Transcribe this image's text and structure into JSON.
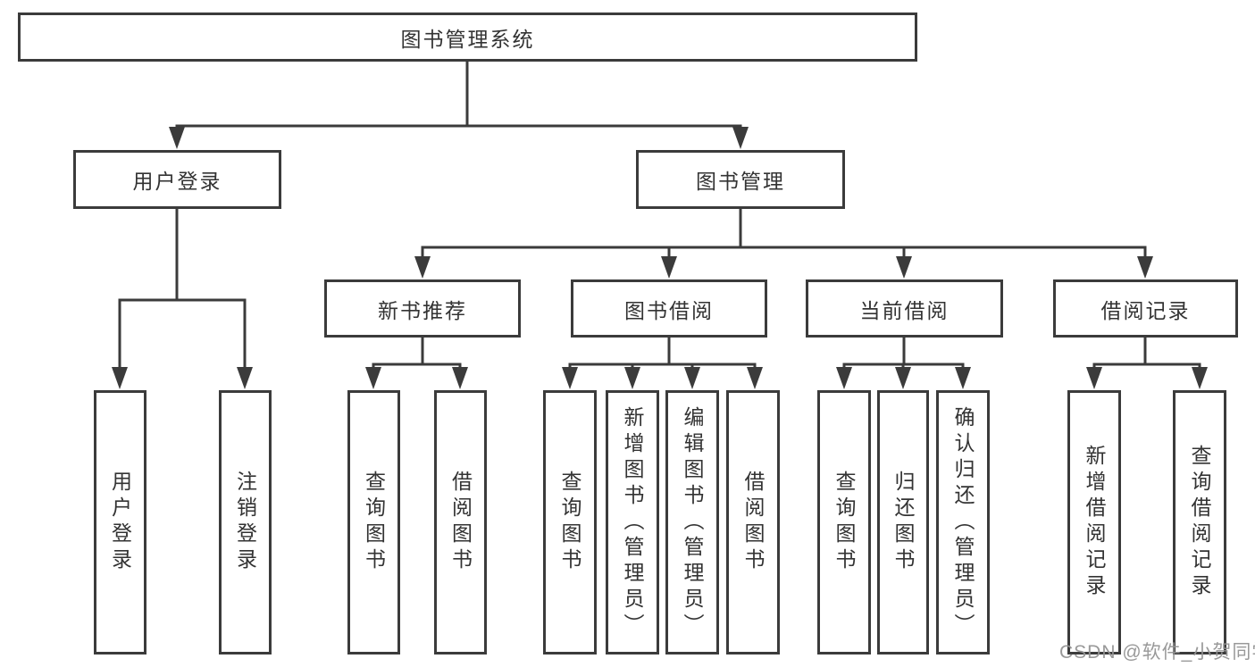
{
  "diagram": {
    "title": "图书管理系统",
    "colors": {
      "line": "#3b3b3b",
      "text": "#333333",
      "background": "#ffffff",
      "watermark": "#949494"
    },
    "root": {
      "label": "图书管理系统"
    },
    "branches": [
      {
        "label": "用户登录",
        "children": [
          {
            "label": "用户登录"
          },
          {
            "label": "注销登录"
          }
        ]
      },
      {
        "label": "图书管理",
        "children": [
          {
            "label": "新书推荐",
            "children": [
              {
                "label": "查询图书"
              },
              {
                "label": "借阅图书"
              }
            ]
          },
          {
            "label": "图书借阅",
            "children": [
              {
                "label": "查询图书"
              },
              {
                "label": "新增图书（管理员）"
              },
              {
                "label": "编辑图书（管理员）"
              },
              {
                "label": "借阅图书"
              }
            ]
          },
          {
            "label": "当前借阅",
            "children": [
              {
                "label": "查询图书"
              },
              {
                "label": "归还图书"
              },
              {
                "label": "确认归还（管理员）"
              }
            ]
          },
          {
            "label": "借阅记录",
            "children": [
              {
                "label": "新增借阅记录"
              },
              {
                "label": "查询借阅记录"
              }
            ]
          }
        ]
      }
    ],
    "watermark": "CSDN @软件_小贺同学"
  }
}
